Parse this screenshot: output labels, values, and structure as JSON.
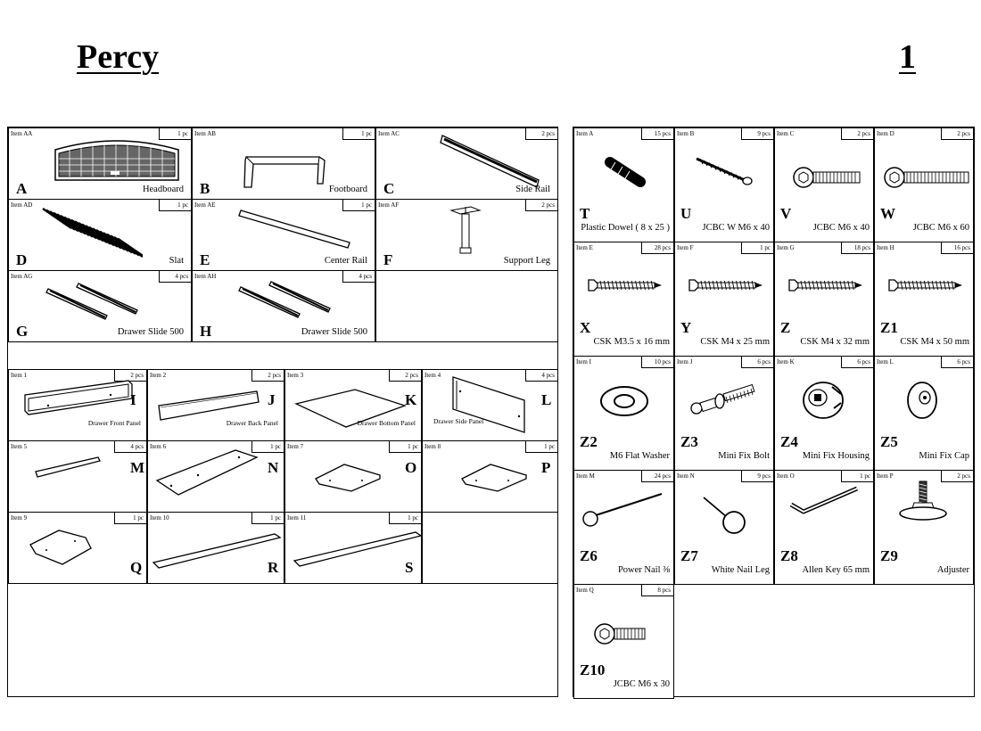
{
  "header": {
    "title": "Percy",
    "page_number": "1"
  },
  "top_parts": [
    {
      "item": "Item AA",
      "qty": "1 pc",
      "letter": "A",
      "name": "Headboard",
      "icon": "headboard-icon"
    },
    {
      "item": "Item AB",
      "qty": "1 pc",
      "letter": "B",
      "name": "Footboard",
      "icon": "footboard-icon"
    },
    {
      "item": "Item AC",
      "qty": "2 pcs",
      "letter": "C",
      "name": "Side Rail",
      "icon": "side-rail-icon"
    },
    {
      "item": "Item AD",
      "qty": "1 pc",
      "letter": "D",
      "name": "Slat",
      "icon": "slat-icon"
    },
    {
      "item": "Item AE",
      "qty": "1 pc",
      "letter": "E",
      "name": "Center Rail",
      "icon": "center-rail-icon"
    },
    {
      "item": "Item AF",
      "qty": "2 pcs",
      "letter": "F",
      "name": "Support Leg",
      "icon": "support-leg-icon"
    },
    {
      "item": "Item AG",
      "qty": "4 pcs",
      "letter": "G",
      "name": "Drawer Slide 500",
      "icon": "drawer-slide-icon"
    },
    {
      "item": "Item AH",
      "qty": "4 pcs",
      "letter": "H",
      "name": "Drawer Slide 500",
      "icon": "drawer-slide-icon"
    }
  ],
  "drawer_parts": [
    {
      "item": "Item 1",
      "qty": "2 pcs",
      "letter": "I",
      "name": "Drawer Front Panel",
      "icon": "front-panel-icon"
    },
    {
      "item": "Item 2",
      "qty": "2 pcs",
      "letter": "J",
      "name": "Drawer Back Panel",
      "icon": "back-panel-icon"
    },
    {
      "item": "Item 3",
      "qty": "2 pcs",
      "letter": "K",
      "name": "Drawer Bottom Panel",
      "icon": "bottom-panel-icon"
    },
    {
      "item": "Item 4",
      "qty": "4 pcs",
      "letter": "L",
      "name": "Drawer Side Panel",
      "icon": "side-panel-icon"
    },
    {
      "item": "Item 5",
      "qty": "4 pcs",
      "letter": "M",
      "name": "",
      "icon": "strip-icon"
    },
    {
      "item": "Item 6",
      "qty": "1 pc",
      "letter": "N",
      "name": "",
      "icon": "long-board-icon"
    },
    {
      "item": "Item 7",
      "qty": "1 pc",
      "letter": "O",
      "name": "",
      "icon": "bracket-board-icon"
    },
    {
      "item": "Item 8",
      "qty": "1 pc",
      "letter": "P",
      "name": "",
      "icon": "bracket-board-icon"
    },
    {
      "item": "Item 9",
      "qty": "1 pc",
      "letter": "Q",
      "name": "",
      "icon": "corner-board-icon"
    },
    {
      "item": "Item 10",
      "qty": "1 pc",
      "letter": "R",
      "name": "",
      "icon": "plank-icon"
    },
    {
      "item": "Item 11",
      "qty": "1 pc",
      "letter": "S",
      "name": "",
      "icon": "plank-icon"
    }
  ],
  "hardware": [
    {
      "item": "Item A",
      "qty": "15 pcs",
      "letter": "T",
      "name": "Plastic Dowel ( 8 x 25 )",
      "icon": "dowel-icon"
    },
    {
      "item": "Item B",
      "qty": "9 pcs",
      "letter": "U",
      "name": "JCBC W M6 x 40",
      "icon": "wood-screw-icon"
    },
    {
      "item": "Item C",
      "qty": "2 pcs",
      "letter": "V",
      "name": "JCBC M6 x 40",
      "icon": "bolt-icon"
    },
    {
      "item": "Item D",
      "qty": "2 pcs",
      "letter": "W",
      "name": "JCBC M6 x 60",
      "icon": "long-bolt-icon"
    },
    {
      "item": "Item E",
      "qty": "28 pcs",
      "letter": "X",
      "name": "CSK M3.5 x 16 mm",
      "icon": "screw-icon"
    },
    {
      "item": "Item F",
      "qty": "1 pc",
      "letter": "Y",
      "name": "CSK M4 x 25 mm",
      "icon": "screw-icon"
    },
    {
      "item": "Item G",
      "qty": "18 pcs",
      "letter": "Z",
      "name": "CSK M4 x 32 mm",
      "icon": "screw-icon"
    },
    {
      "item": "Item H",
      "qty": "16 pcs",
      "letter": "Z1",
      "name": "CSK M4 x 50 mm",
      "icon": "screw-icon"
    },
    {
      "item": "Item I",
      "qty": "10 pcs",
      "letter": "Z2",
      "name": "M6 Flat Washer",
      "icon": "washer-icon"
    },
    {
      "item": "Item J",
      "qty": "6 pcs",
      "letter": "Z3",
      "name": "Mini Fix Bolt",
      "icon": "mini-fix-bolt-icon"
    },
    {
      "item": "Item K",
      "qty": "6 pcs",
      "letter": "Z4",
      "name": "Mini Fix Housing",
      "icon": "mini-fix-housing-icon"
    },
    {
      "item": "Item L",
      "qty": "6 pcs",
      "letter": "Z5",
      "name": "Mini Fix Cap",
      "icon": "mini-fix-cap-icon"
    },
    {
      "item": "Item M",
      "qty": "24 pcs",
      "letter": "Z6",
      "name": "Power Nail ⅜",
      "icon": "nail-icon"
    },
    {
      "item": "Item N",
      "qty": "9 pcs",
      "letter": "Z7",
      "name": "White Nail Leg",
      "icon": "nail-leg-icon"
    },
    {
      "item": "Item O",
      "qty": "1 pc",
      "letter": "Z8",
      "name": "Allen Key 65 mm",
      "icon": "allen-key-icon"
    },
    {
      "item": "Item P",
      "qty": "2 pcs",
      "letter": "Z9",
      "name": "Adjuster",
      "icon": "adjuster-icon"
    },
    {
      "item": "Item Q",
      "qty": "8 pcs",
      "letter": "Z10",
      "name": "JCBC M6 x 30",
      "icon": "short-bolt-icon"
    }
  ]
}
